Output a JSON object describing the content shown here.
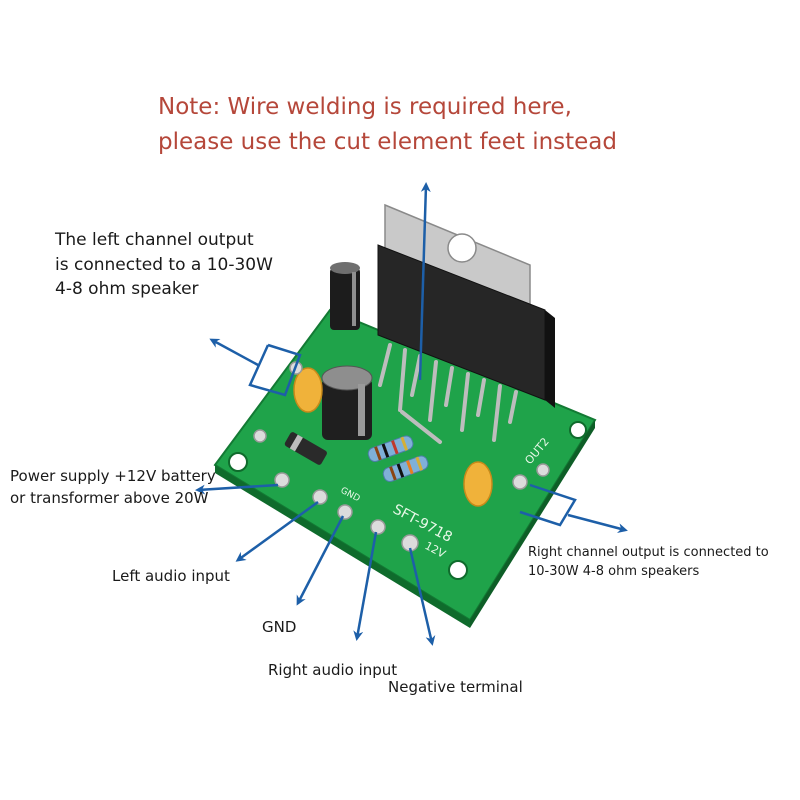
{
  "note": {
    "line1": "Note: Wire welding is required here,",
    "line2": "please use the cut element feet instead"
  },
  "labels": {
    "left_output": {
      "line1": "The left channel output",
      "line2": "is connected to a 10-30W",
      "line3": "4-8 ohm speaker"
    },
    "power": {
      "line1": "Power supply +12V battery",
      "line2": "or transformer above 20W"
    },
    "left_audio": "Left audio input",
    "gnd": "GND",
    "right_audio": "Right audio input",
    "negative": "Negative terminal",
    "right_output": {
      "line1": "Right channel output is connected to",
      "line2": "10-30W 4-8 ohm speakers"
    }
  },
  "board": {
    "silkscreen": "SFT-9718",
    "out2": "OUT2",
    "v12": "12V",
    "gnd_mark": "GND"
  },
  "colors": {
    "arrow": "#1d5fa8",
    "note_text": "#b5473a",
    "pcb": "#1fa34a",
    "pcb_dark": "#15803a"
  }
}
